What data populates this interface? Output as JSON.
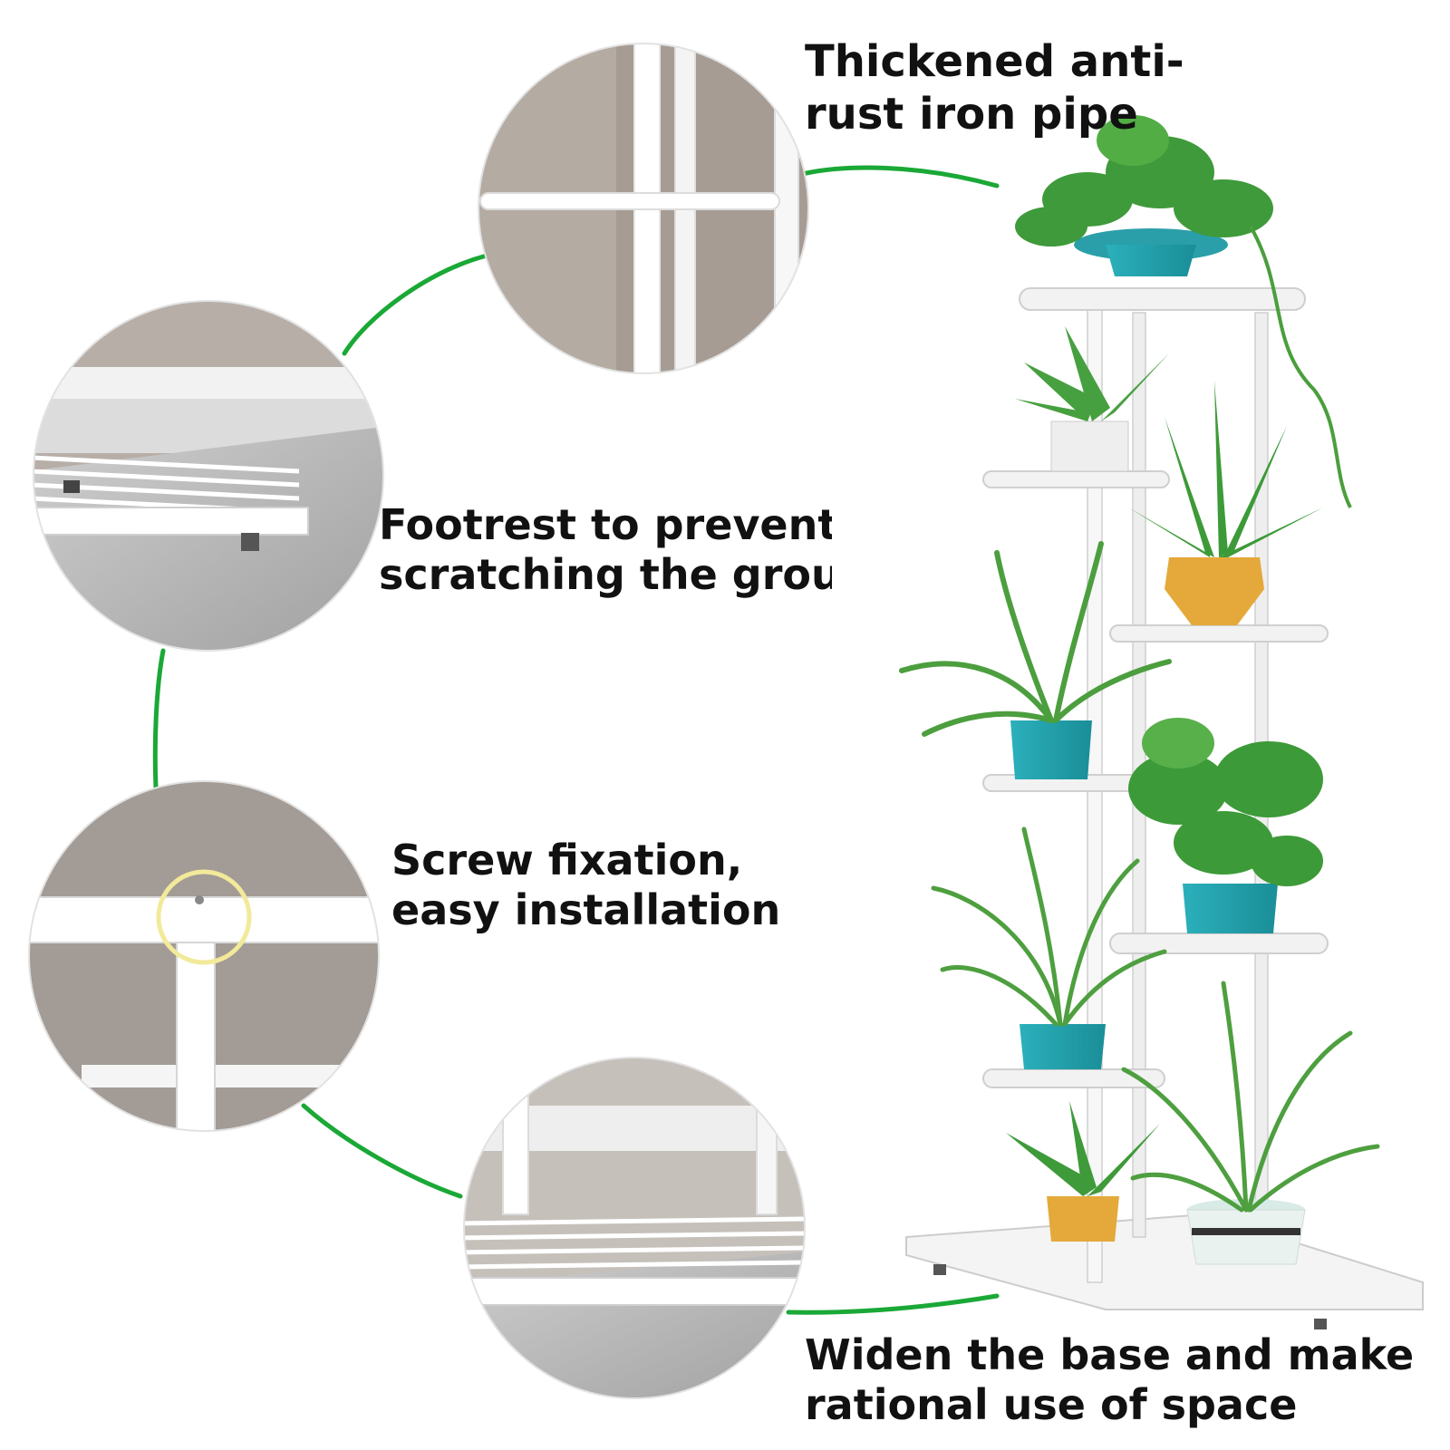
{
  "captions": {
    "pipe": {
      "line1": "Thickened anti-",
      "line2": "rust iron pipe"
    },
    "footrest": {
      "line1": "Footrest to prevent",
      "line2": "scratching the grour"
    },
    "screw": {
      "line1": "Screw fixation,",
      "line2": "easy installation"
    },
    "base": {
      "line1": "Widen the base and make",
      "line2": "rational use of space"
    }
  },
  "colors": {
    "connector": "#1aa836",
    "wall": "#a9a099",
    "frame": "#ffffff",
    "teal_pot": "#2aa3ae",
    "mustard_pot": "#e4a93a",
    "leaf": "#3f9a3a"
  }
}
